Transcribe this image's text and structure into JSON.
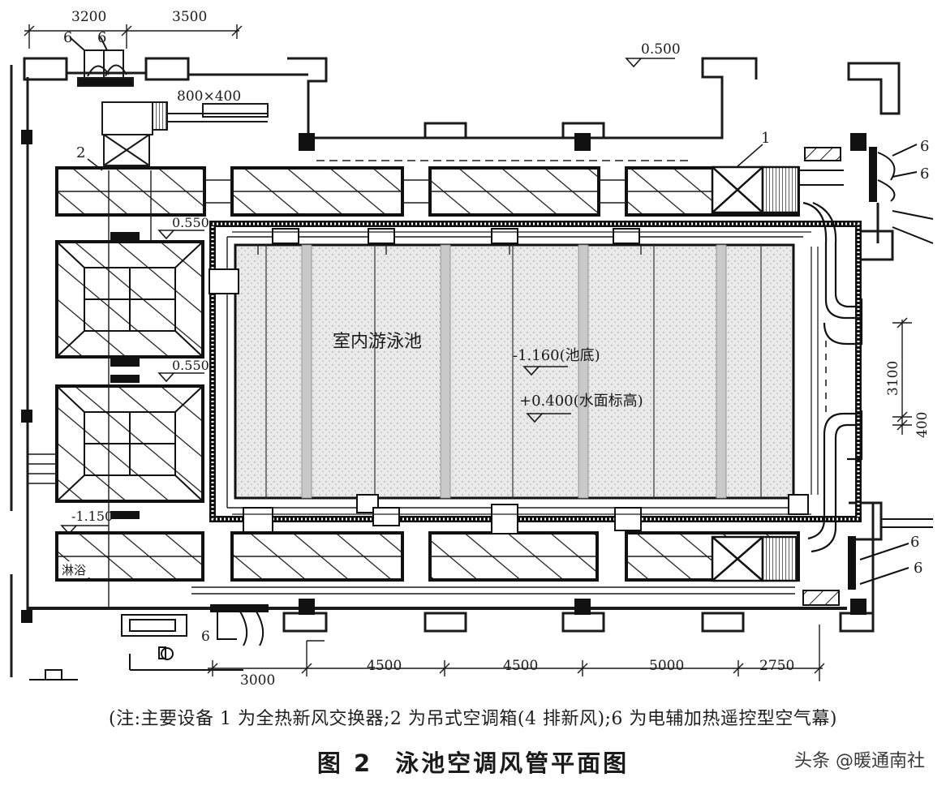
{
  "dims_top": [
    "3200",
    "3500"
  ],
  "dims_bottom": [
    "3000",
    "4500",
    "4500",
    "5000",
    "2750"
  ],
  "dims_right": [
    "3100",
    "400"
  ],
  "size_label": "800×400",
  "elev_top": "0.500",
  "elev_left_1": "0.550",
  "elev_left_2": "0.550",
  "elev_left_3": "-1.150",
  "pool_name": "室内游泳池",
  "pool_bottom": "-1.160(池底)",
  "water_level": "+0.400(水面标高)",
  "room_label": "淋浴",
  "equip_labels": [
    "6",
    "6",
    "2",
    "1",
    "6",
    "6",
    "6",
    "6",
    "6"
  ],
  "note": "(注:主要设备 1 为全热新风交换器;2 为吊式空调箱(4 排新风);6 为电辅加热遥控型空气幕)",
  "figure_no": "图 2",
  "figure_title": "泳池空调风管平面图",
  "watermark": "头条 @暖通南社"
}
